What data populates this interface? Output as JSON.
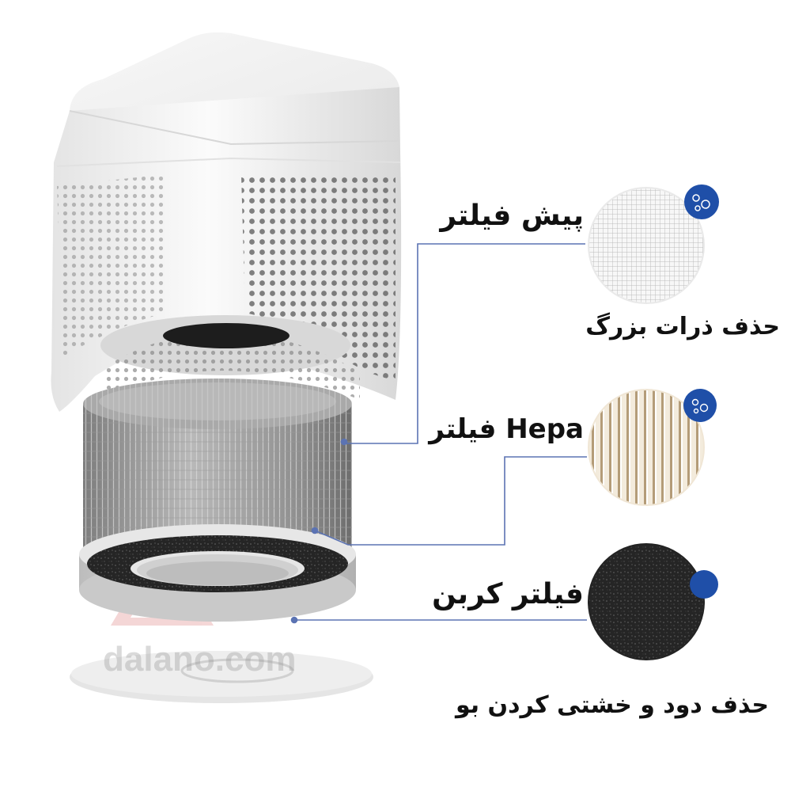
{
  "labels": {
    "pre_filter": "پیش فیلتر",
    "hepa_filter": "فیلتر Hepa",
    "carbon_filter": "فیلتر کربن"
  },
  "captions": {
    "pre_filter": "حذف ذرات بزرگ",
    "carbon_filter": "حذف دود و خشتی کردن بو"
  },
  "watermark": "dalano.com",
  "colors": {
    "leader_line": "#5b73b3",
    "badge": "#1f4fa8",
    "housing": "#f2f2f2",
    "carbon": "#2b2b2b"
  }
}
